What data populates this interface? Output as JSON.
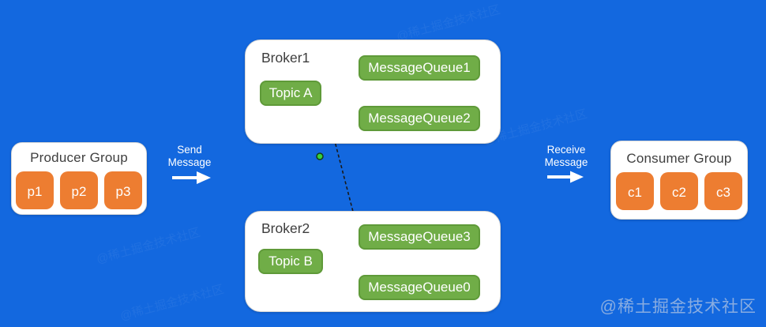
{
  "colors": {
    "background": "#1368df",
    "node_orange": "#ed7d31",
    "node_green": "#70ad47",
    "container_white": "#ffffff",
    "connector_black": "#1a1a1a",
    "label_white": "#ffffff",
    "title_gray": "#3f3f3f"
  },
  "producer_group": {
    "title": "Producer Group",
    "items": [
      "p1",
      "p2",
      "p3"
    ]
  },
  "send_label": {
    "line1": "Send",
    "line2": "Message"
  },
  "broker1": {
    "title": "Broker1",
    "topic": "Topic A",
    "queues": [
      "MessageQueue1",
      "MessageQueue2"
    ]
  },
  "broker2": {
    "title": "Broker2",
    "topic": "Topic B",
    "queues": [
      "MessageQueue3",
      "MessageQueue0"
    ]
  },
  "receive_label": {
    "line1": "Receive",
    "line2": "Message"
  },
  "consumer_group": {
    "title": "Consumer Group",
    "items": [
      "c1",
      "c2",
      "c3"
    ]
  },
  "watermark": "@稀土掘金技术社区"
}
